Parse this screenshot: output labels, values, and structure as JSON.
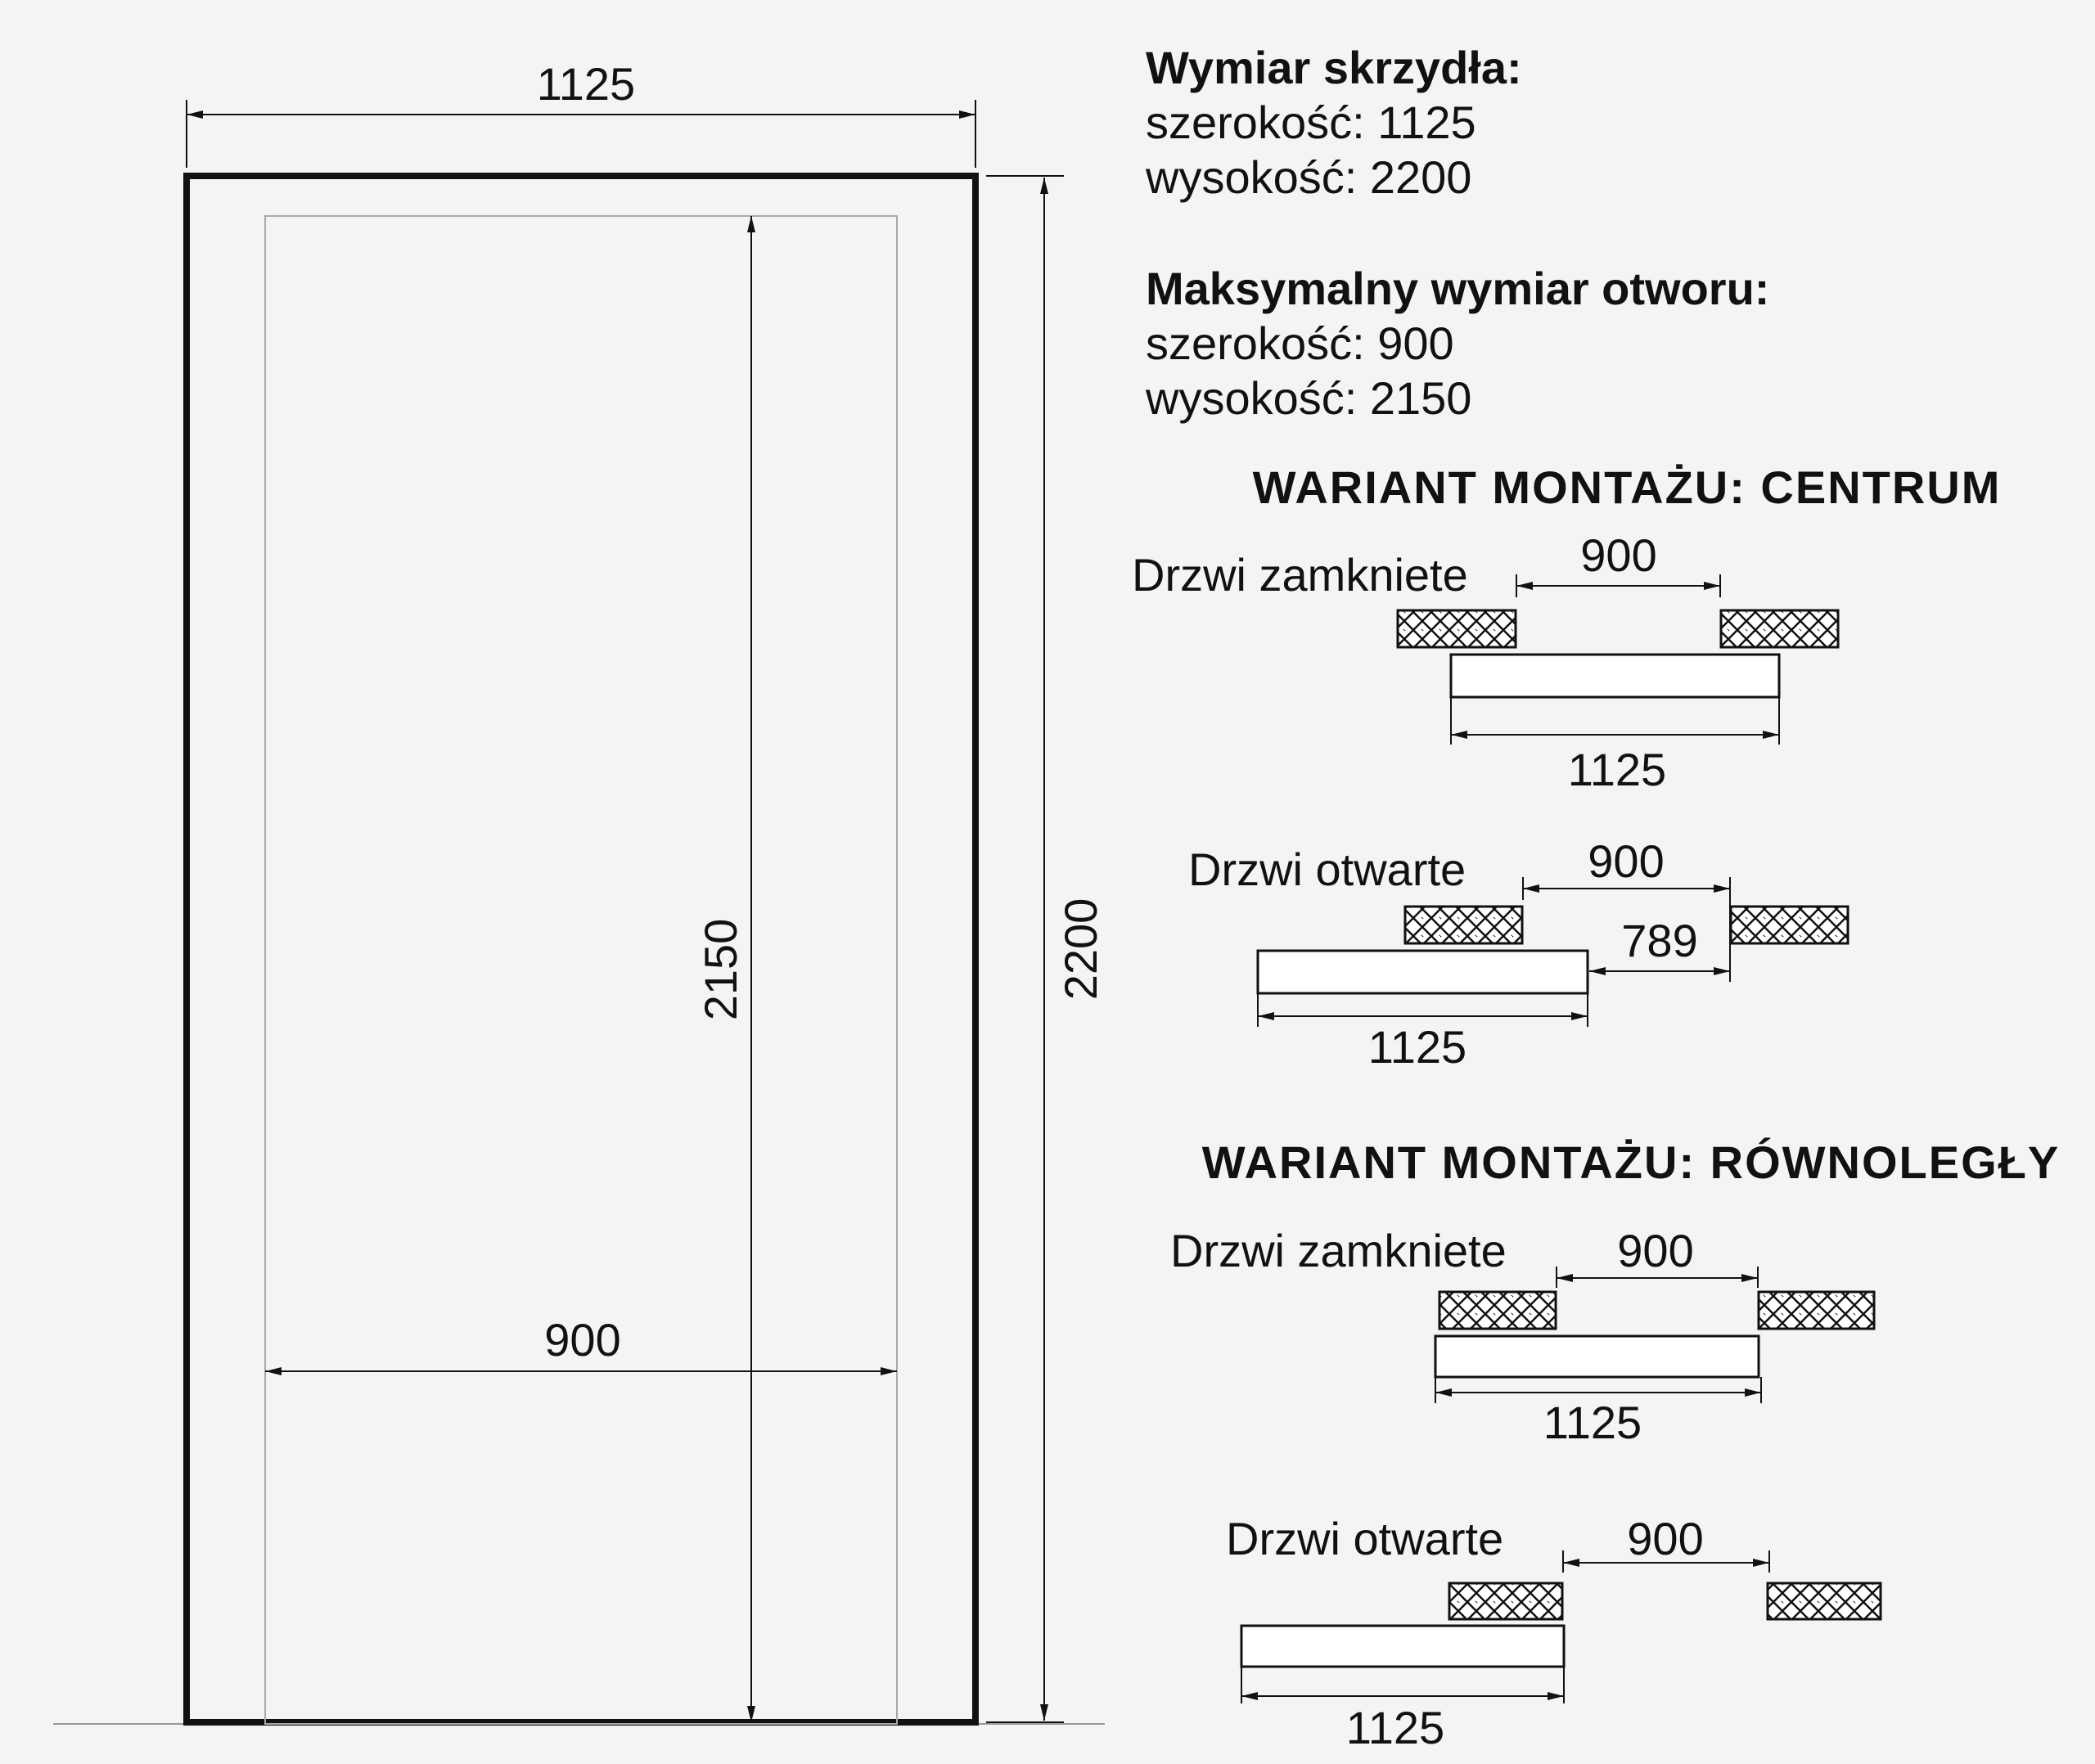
{
  "specs": {
    "leaf_title": "Wymiar skrzydła:",
    "leaf_width": "szerokość: 1125",
    "leaf_height": "wysokość: 2200",
    "opening_title": "Maksymalny wymiar otworu:",
    "opening_width": "szerokość: 900",
    "opening_height": "wysokość: 2150"
  },
  "door": {
    "dim_top": "1125",
    "dim_inner_height": "2150",
    "dim_outer_height": "2200",
    "dim_inner_width": "900"
  },
  "variant_center": {
    "title": "WARIANT MONTAŻU: CENTRUM",
    "closed": {
      "label": "Drzwi zamkniete",
      "opening": "900",
      "leaf": "1125"
    },
    "open": {
      "label": "Drzwi otwarte",
      "opening": "900",
      "clearance": "789",
      "leaf": "1125"
    }
  },
  "variant_parallel": {
    "title": "WARIANT MONTAŻU: RÓWNOLEGŁY",
    "closed": {
      "label": "Drzwi zamkniete",
      "opening": "900",
      "leaf": "1125"
    },
    "open": {
      "label": "Drzwi otwarte",
      "opening": "900",
      "leaf": "1125"
    }
  }
}
